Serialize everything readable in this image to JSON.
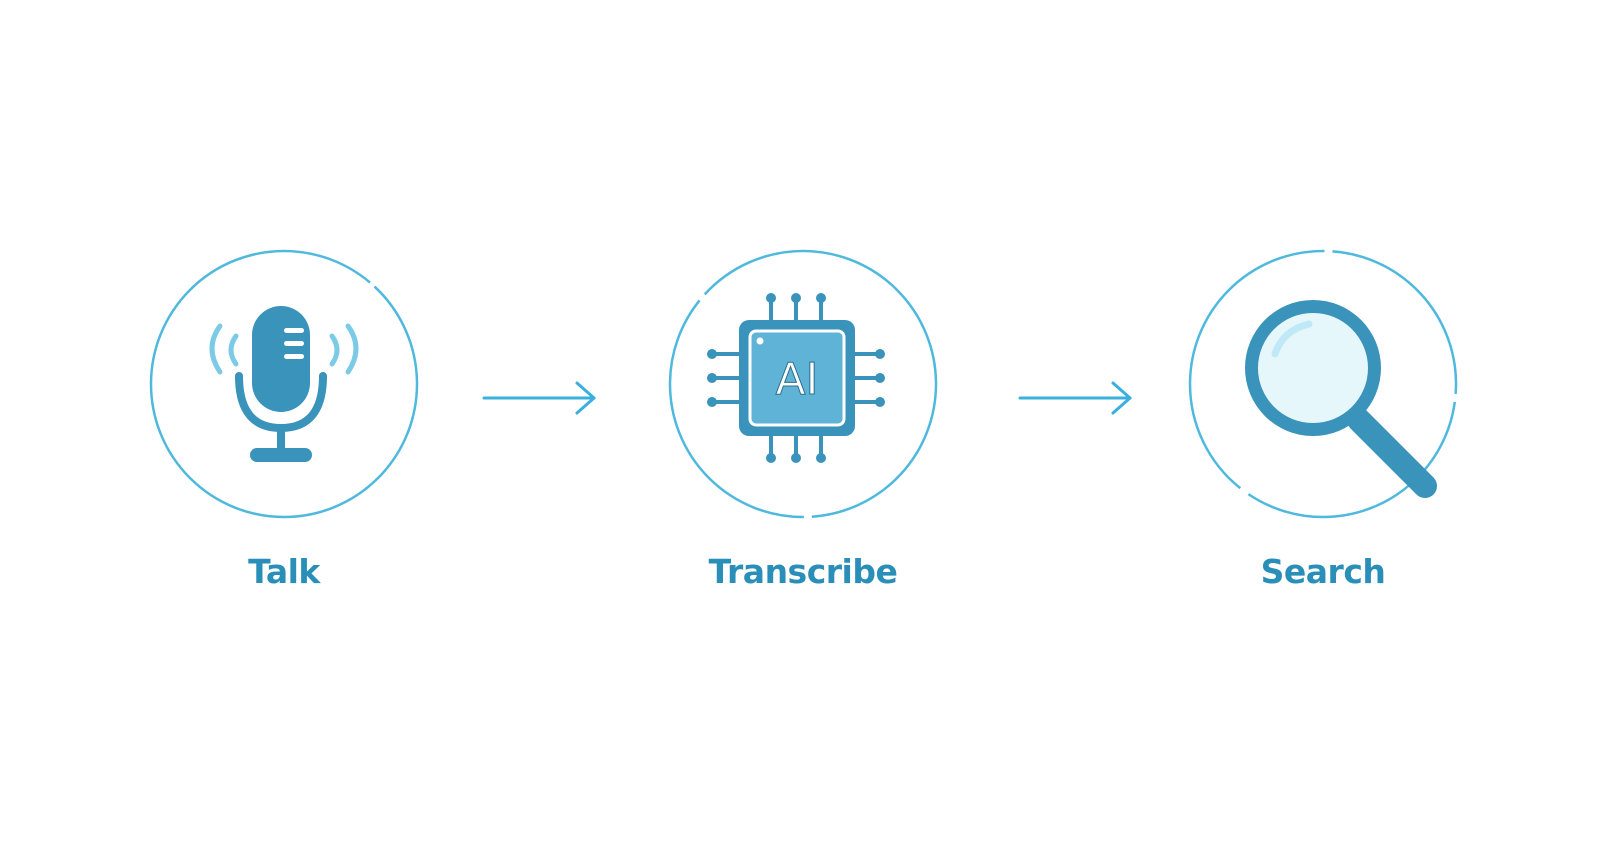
{
  "steps": [
    {
      "label": "Talk",
      "icon": "microphone-icon"
    },
    {
      "label": "Transcribe",
      "icon": "ai-chip-icon",
      "chip_text": "AI"
    },
    {
      "label": "Search",
      "icon": "magnifying-glass-icon"
    }
  ],
  "colors": {
    "ring": "#4fb9dd",
    "icon_fill": "#3a93ba",
    "icon_light": "#7ccbe6",
    "label": "#2a8fb8",
    "arrow": "#3bb0dc",
    "lens_fill": "#e6f7fc"
  }
}
